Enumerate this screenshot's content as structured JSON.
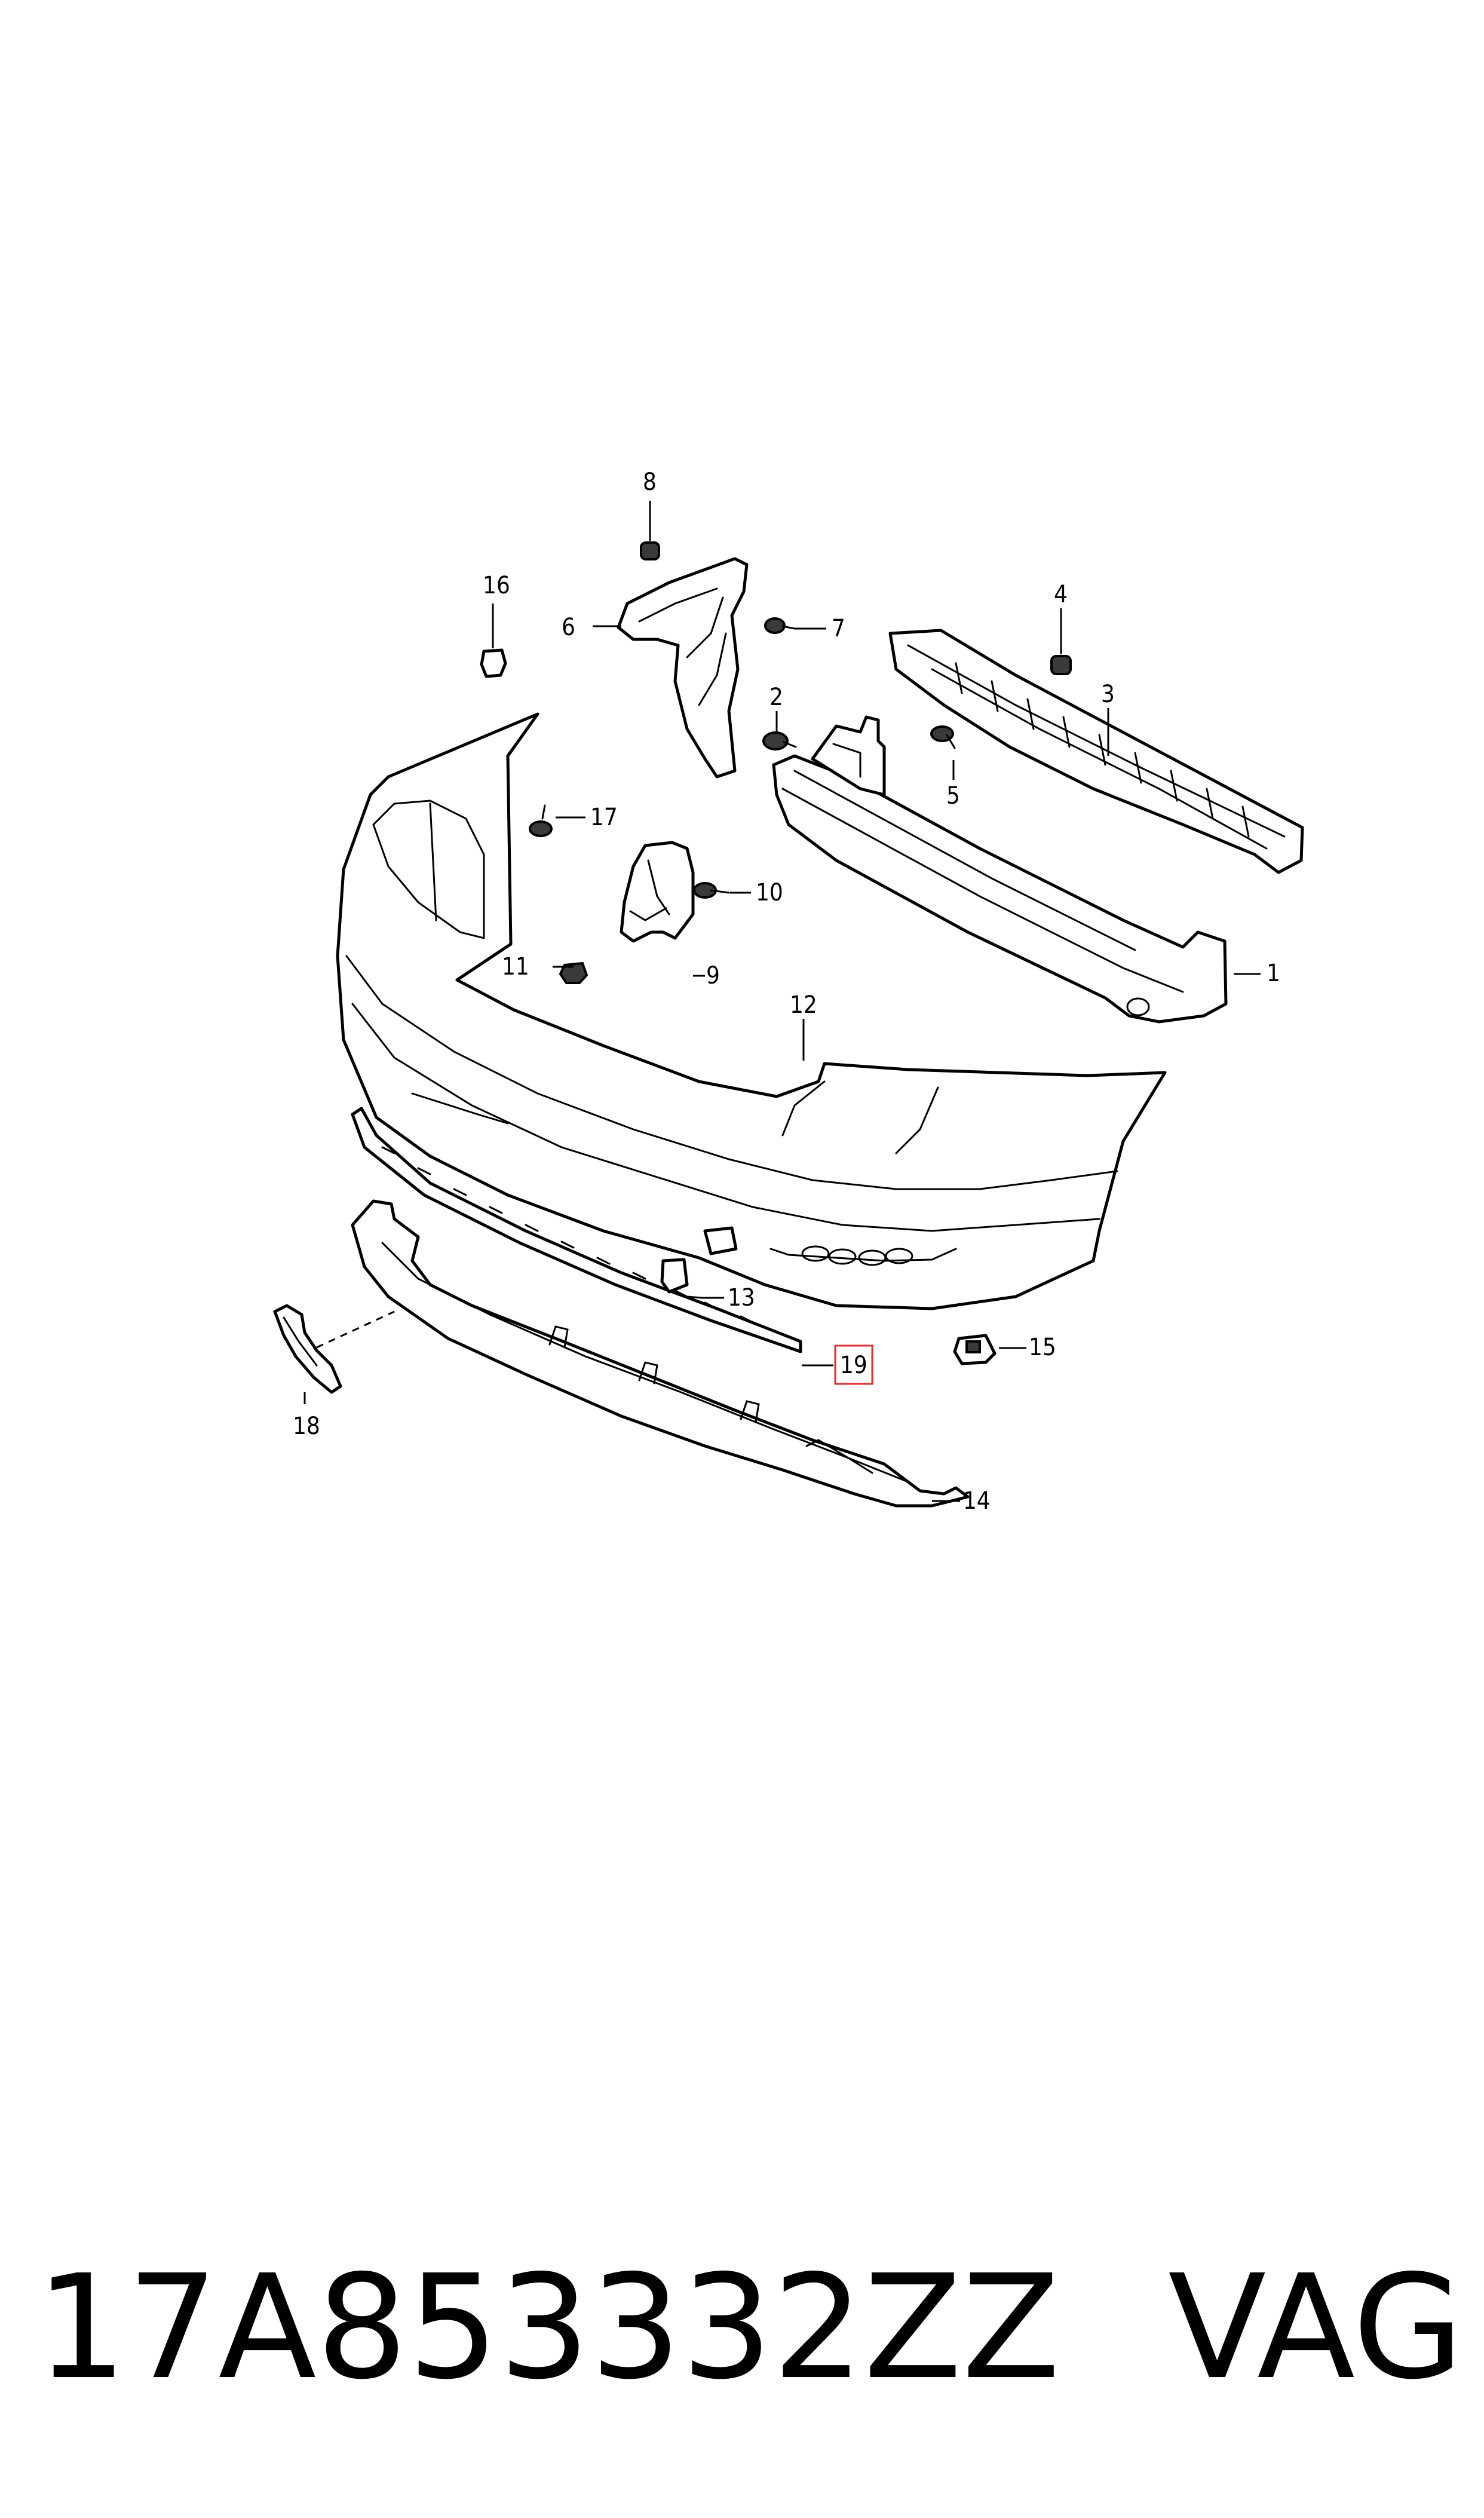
{
  "callouts": {
    "c1": "1",
    "c2": "2",
    "c3": "3",
    "c4": "4",
    "c5": "5",
    "c6": "6",
    "c7": "7",
    "c8": "8",
    "c9": "9",
    "c10": "10",
    "c11": "11",
    "c12": "12",
    "c13": "13",
    "c14": "14",
    "c15": "15",
    "c16": "16",
    "c17": "17",
    "c18": "18",
    "c19": "19"
  },
  "highlight": {
    "callout": "19",
    "color": "#e03030"
  },
  "footer": {
    "part_number": "17A853332ZZ",
    "brand": "VAG"
  }
}
